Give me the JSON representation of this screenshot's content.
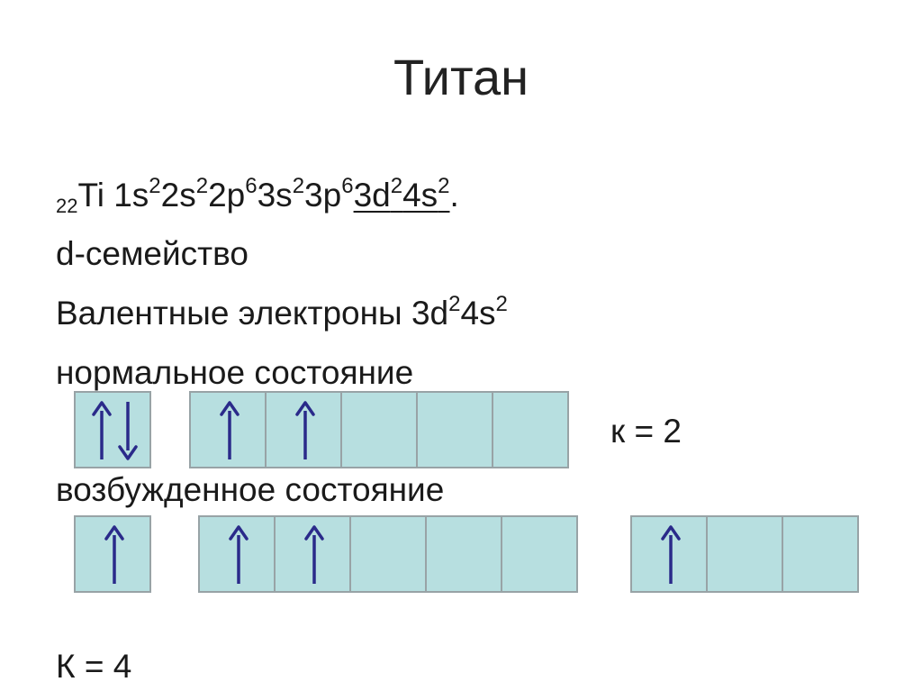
{
  "title": "Титан",
  "formula": {
    "atomic_number": "22",
    "symbol": "Ti",
    "config_prefix": [
      {
        "orb": "1s",
        "e": "2"
      },
      {
        "orb": "2s",
        "e": "2"
      },
      {
        "orb": "2p",
        "e": "6"
      },
      {
        "orb": "3s",
        "e": "2"
      },
      {
        "orb": "3p",
        "e": "6"
      }
    ],
    "config_underlined": [
      {
        "orb": "3d",
        "e": "2"
      },
      {
        "orb": "4s",
        "e": "2"
      }
    ],
    "end": "."
  },
  "family": "d-семейство",
  "valence": {
    "label": "Валентные электроны",
    "orb1": "3d",
    "e1": "2",
    "orb2": "4s",
    "e2": "2"
  },
  "normal_state": {
    "label": "нормальное состояние",
    "k": "к = 2",
    "s_cells": [
      "updown"
    ],
    "d_cells": [
      "up",
      "up",
      "",
      "",
      ""
    ]
  },
  "excited_state": {
    "label": "возбужденное состояние",
    "s_cells": [
      "up"
    ],
    "d_cells": [
      "up",
      "up",
      "",
      "",
      ""
    ],
    "p_cells": [
      "up",
      "",
      ""
    ],
    "k": "К = 4"
  },
  "colors": {
    "arrow": "#2a2a8a",
    "cell_fill": "#b7dfe0",
    "cell_border": "#98a3a6"
  }
}
